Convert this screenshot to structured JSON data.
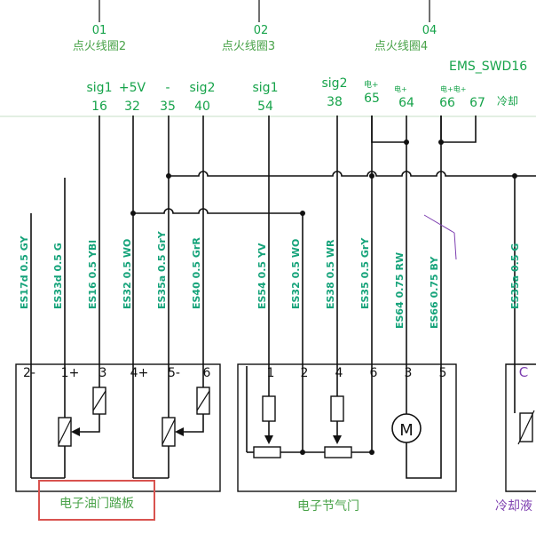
{
  "header": {
    "relays": [
      {
        "num": "01",
        "name": "点火线圈2"
      },
      {
        "num": "02",
        "name": "点火线圈3"
      },
      {
        "num": "04",
        "name": "点火线圈4"
      }
    ],
    "ems": "EMS_SWD16",
    "ems_small": [
      "电+",
      "电+",
      "电+电+",
      "冷却"
    ]
  },
  "ecu_pins": {
    "labels": [
      "sig1",
      "+5V",
      "-",
      "sig2",
      "sig1",
      "sig2"
    ],
    "numbers": [
      "16",
      "32",
      "35",
      "40",
      "54",
      "38",
      "65",
      "64",
      "66",
      "67"
    ]
  },
  "wires": [
    "ES17d 0.5 GY",
    "ES33d 0.5 G",
    "ES16 0.5 YBl",
    "ES32 0.5 WO",
    "ES35a 0.5 GrY",
    "ES40 0.5 GrR",
    "ES54 0.5 YV",
    "ES32 0.5 WO",
    "ES38 0.5 WR",
    "ES35 0.5 GrY",
    "ES64 0.75 RW",
    "ES66 0.75 BY",
    "ES35a 0.5 G"
  ],
  "pedal": {
    "pins": [
      "2-",
      "1+",
      "3",
      "4+",
      "5-",
      "6"
    ],
    "label": "电子油门踏板",
    "highlight_color": "#d9534f"
  },
  "throttle": {
    "pins": [
      "1",
      "2",
      "4",
      "6",
      "3",
      "5"
    ],
    "label": "电子节气门",
    "motor": "M"
  },
  "coolant": {
    "pin": "C",
    "label": "冷却液"
  }
}
